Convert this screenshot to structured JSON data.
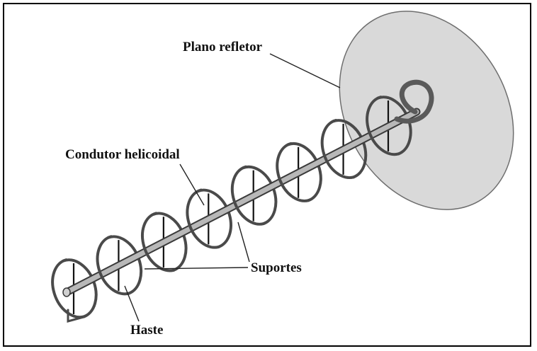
{
  "diagram": {
    "labels": {
      "reflector": "Plano refletor",
      "conductor": "Condutor helicoidal",
      "supports": "Suportes",
      "rod": "Haste"
    },
    "turns": 8,
    "colors": {
      "reflector_fill": "#d9d9d9",
      "reflector_stroke": "#6e6e6e",
      "helix": "#4a4a4a",
      "rod": "#b8b8b8",
      "rod_outline": "#3a3a3a",
      "support": "#111111",
      "leader": "#222222",
      "text": "#111111"
    }
  }
}
